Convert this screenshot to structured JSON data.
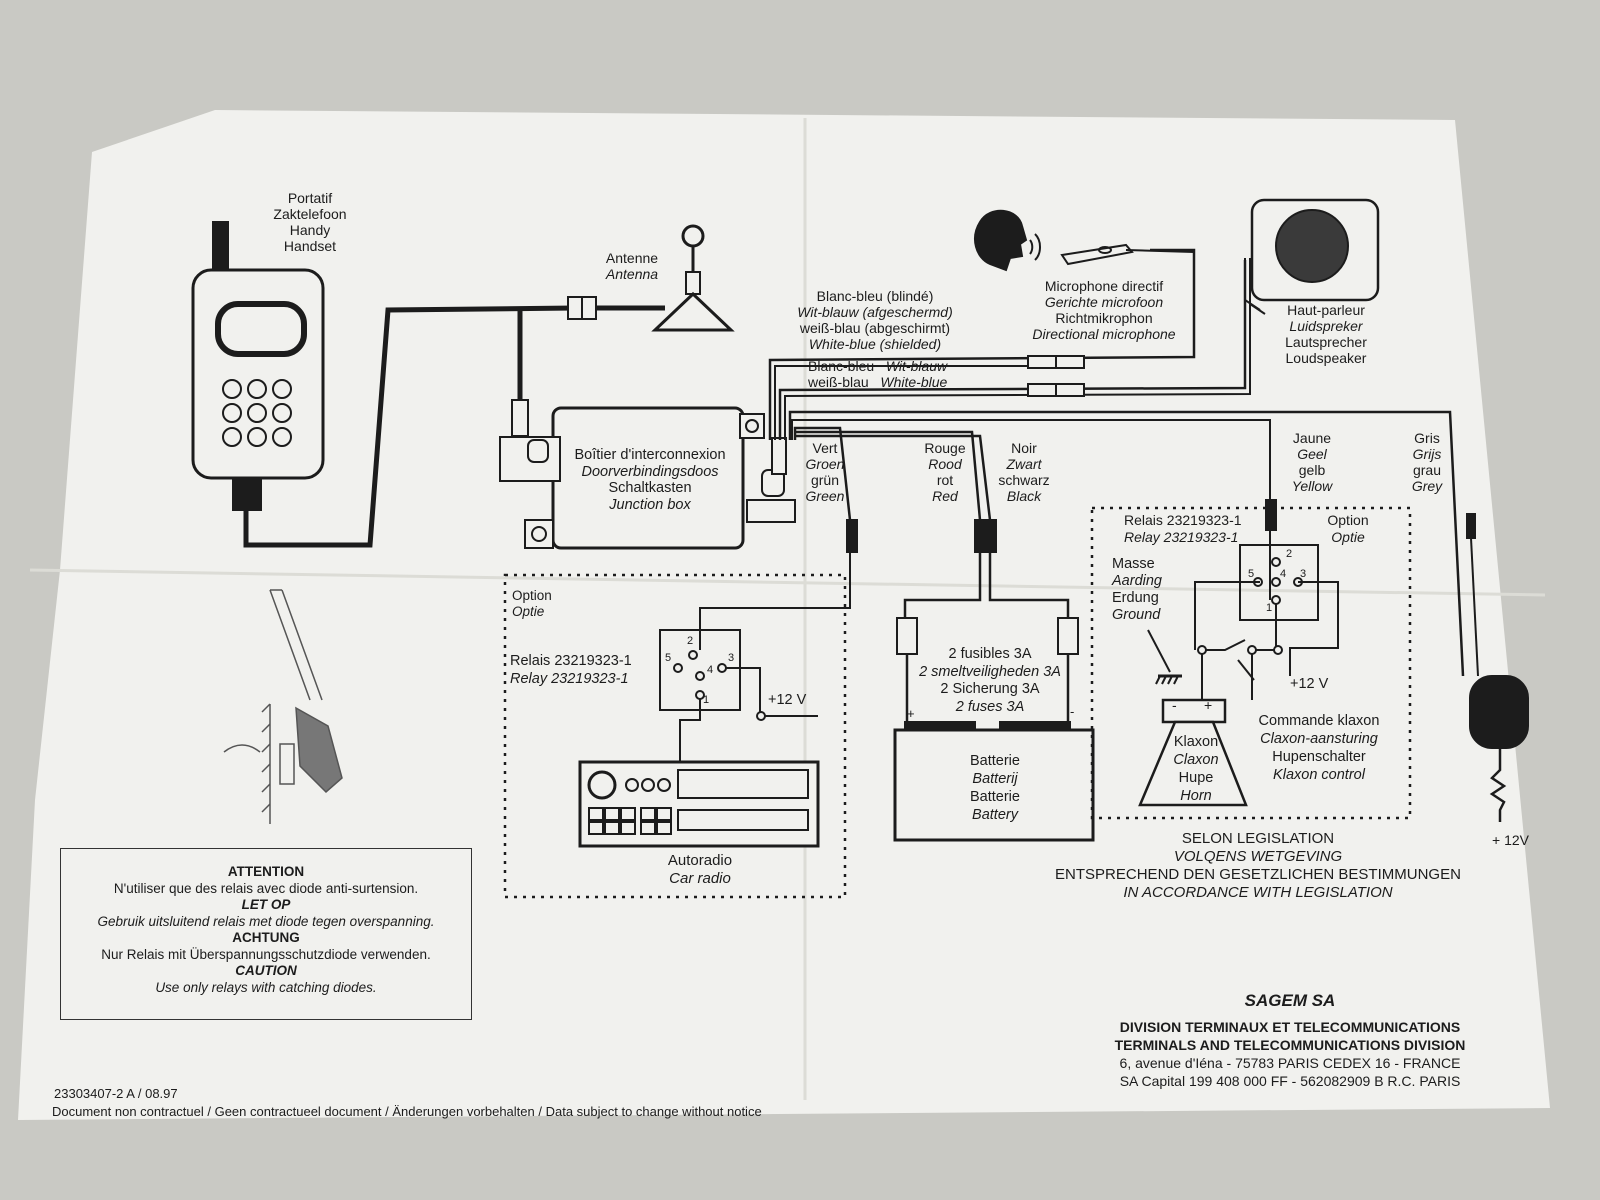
{
  "handset": [
    "Portatif",
    "Zaktelefoon",
    "Handy",
    "Handset"
  ],
  "antenna": [
    "Antenne",
    "Antenna"
  ],
  "cable_shielded": [
    "Blanc-bleu (blindé)",
    "Wit-blauw (afgeschermd)",
    "weiß-blau (abgeschirmt)",
    "White-blue (shielded)"
  ],
  "microphone": [
    "Microphone directif",
    "Gerichte microfoon",
    "Richtmikrophon",
    "Directional microphone"
  ],
  "speaker": [
    "Haut-parleur",
    "Luidspreker",
    "Lautsprecher",
    "Loudspeaker"
  ],
  "cable_speaker": {
    "line1_a": "Blanc-bleu",
    "line1_b": "Wit-blauw",
    "line2_a": "weiß-blau",
    "line2_b": "White-blue"
  },
  "junction_box": [
    "Boîtier d'interconnexion",
    "Doorverbindingsdoos",
    "Schaltkasten",
    "Junction box"
  ],
  "wire_green": [
    "Vert",
    "Groen",
    "grün",
    "Green"
  ],
  "wire_red": [
    "Rouge",
    "Rood",
    "rot",
    "Red"
  ],
  "wire_black": [
    "Noir",
    "Zwart",
    "schwarz",
    "Black"
  ],
  "wire_yellow": [
    "Jaune",
    "Geel",
    "gelb",
    "Yellow"
  ],
  "wire_grey": [
    "Gris",
    "Grijs",
    "grau",
    "Grey"
  ],
  "relay_radio": {
    "line1": "Relais 23219323-1",
    "line2": "Relay 23219323-1",
    "opt1": "Option",
    "opt2": "Optie",
    "p1": "1",
    "p2": "2",
    "p3": "3",
    "p4": "4",
    "p5": "5",
    "v12": "+12 V"
  },
  "car_radio": [
    "Autoradio",
    "Car radio"
  ],
  "fuses": [
    "2 fusibles 3A",
    "2 smeltveiligheden 3A",
    "2 Sicherung 3A",
    "2 fuses 3A"
  ],
  "battery": {
    "lines": [
      "Batterie",
      "Batterij",
      "Batterie",
      "Battery"
    ],
    "plus": "+",
    "minus": "-"
  },
  "relay_horn": {
    "line1": "Relais 23219323-1",
    "line2": "Relay 23219323-1",
    "opt1": "Option",
    "opt2": "Optie",
    "p1": "1",
    "p2": "2",
    "p3": "3",
    "p4": "4",
    "p5": "5",
    "v12": "+12 V"
  },
  "ground": [
    "Masse",
    "Aarding",
    "Erdung",
    "Ground"
  ],
  "horn": {
    "lines": [
      "Klaxon",
      "Claxon",
      "Hupe",
      "Horn"
    ],
    "minus": "-",
    "plus": "+"
  },
  "horn_control": [
    "Commande klaxon",
    "Claxon-aansturing",
    "Hupenschalter",
    "Klaxon control"
  ],
  "ignition_v12": "+ 12V",
  "legislation": [
    "SELON LEGISLATION",
    "VOLQENS WETGEVING",
    "ENTSPRECHEND DEN GESETZLICHEN BESTIMMUNGEN",
    "IN ACCORDANCE WITH LEGISLATION"
  ],
  "attention": [
    "ATTENTION",
    "N'utiliser que des relais avec diode anti-surtension.",
    "LET OP",
    "Gebruik uitsluitend relais met diode tegen overspanning.",
    "ACHTUNG",
    "Nur Relais mit Überspannungsschutzdiode verwenden.",
    "CAUTION",
    "Use only relays with catching diodes."
  ],
  "company": [
    "SAGEM SA",
    "DIVISION TERMINAUX ET TELECOMMUNICATIONS",
    "TERMINALS AND TELECOMMUNICATIONS  DIVISION",
    "6, avenue d'Iéna - 75783 PARIS CEDEX 16 - FRANCE",
    "SA Capital 199 408 000 FF - 562082909 B R.C. PARIS"
  ],
  "doc_ref": "23303407-2 A / 08.97",
  "disclaimer": "Document non contractuel / Geen contractueel document / Änderungen vorbehalten / Data subject to change without notice",
  "colors": {
    "paper": "#f1f1ee",
    "ink": "#1c1c1c",
    "background": "#c9c9c4"
  }
}
